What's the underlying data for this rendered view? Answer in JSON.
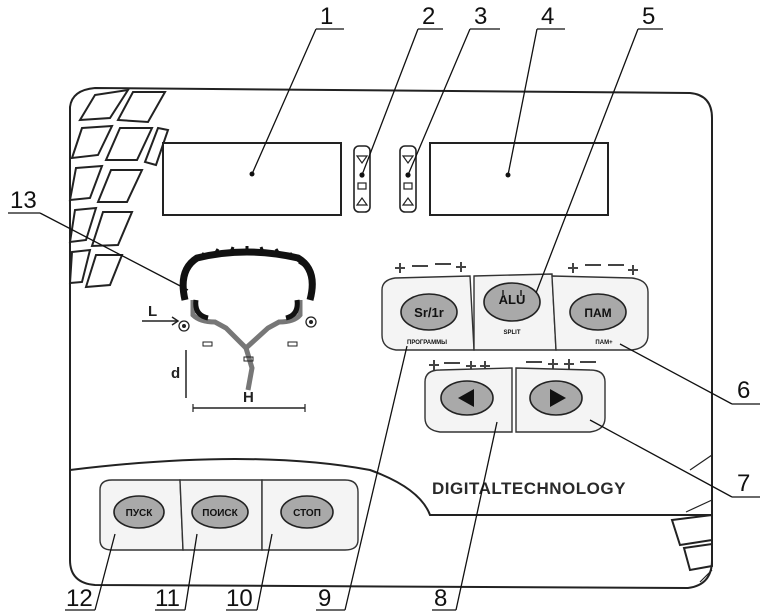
{
  "callouts": {
    "n1": "1",
    "n2": "2",
    "n3": "3",
    "n4": "4",
    "n5": "5",
    "n6": "6",
    "n7": "7",
    "n8": "8",
    "n9": "9",
    "n10": "10",
    "n11": "11",
    "n12": "12",
    "n13": "13"
  },
  "buttons": {
    "sr_label": "Sr/1r",
    "sr_sub": "ПРОГРАММЫ",
    "alu_label": "ALU",
    "alu_sub": "SPLIT",
    "pam_label": "ПАМ",
    "pam_sub": "ПАМ+",
    "pusk_label": "ПУСК",
    "poisk_label": "ПОИСК",
    "stop_label": "СТОП"
  },
  "dimensions": {
    "l_label": "L",
    "d_label": "d",
    "h_label": "H"
  },
  "brand": "DIGITALTECHNOLOGY",
  "icons": {
    "left_arrow": "triangle-left-icon",
    "right_arrow": "triangle-right-icon",
    "indicator": "weight-indicator-icon",
    "wheel": "wheel-profile-icon"
  }
}
